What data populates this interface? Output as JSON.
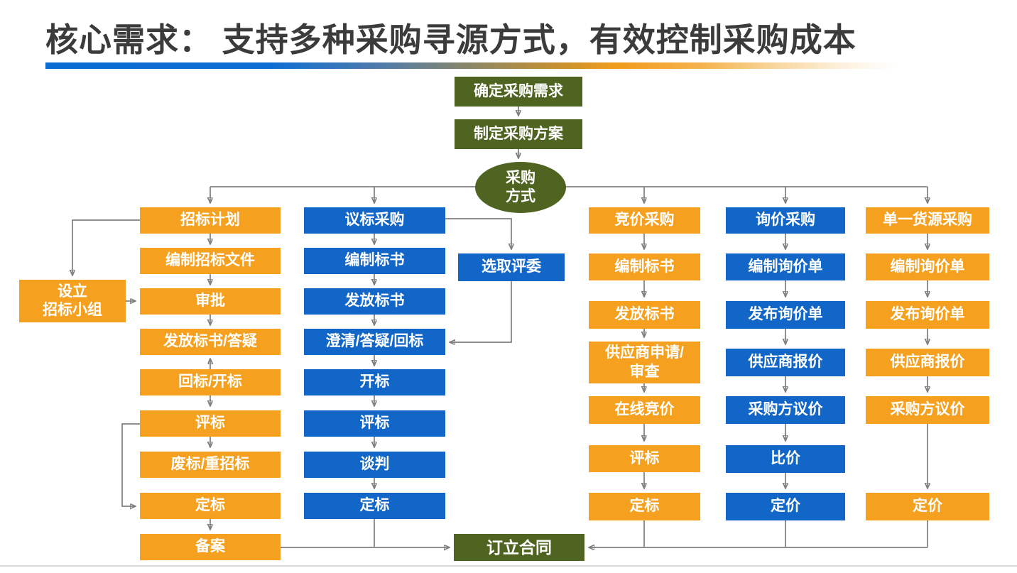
{
  "title": "核心需求： 支持多种采购寻源方式，有效控制采购成本",
  "colors": {
    "orange": "#f5a01e",
    "blue": "#1166c7",
    "green": "#4e6420",
    "connector": "#7f7f7f"
  },
  "flow": {
    "top": {
      "determine_demand": "确定采购需求",
      "make_plan": "制定采购方案",
      "method": "采购\n方式"
    },
    "tender": {
      "header": "招标计划",
      "side": "设立\n招标小组",
      "steps": [
        "编制招标文件",
        "审批",
        "发放标书/答疑",
        "回标/开标",
        "评标",
        "废标/重招标",
        "定标",
        "备案"
      ]
    },
    "negotiated": {
      "header": "议标采购",
      "side": "选取评委",
      "steps": [
        "编制标书",
        "发放标书",
        "澄清/答疑/回标",
        "开标",
        "评标",
        "谈判",
        "定标"
      ]
    },
    "competitive": {
      "header": "竞价采购",
      "steps": [
        "编制标书",
        "发放标书",
        "供应商申请/\n审查",
        "在线竞价",
        "评标",
        "定标"
      ]
    },
    "inquiry": {
      "header": "询价采购",
      "steps": [
        "编制询价单",
        "发布询价单",
        "供应商报价",
        "采购方议价",
        "比价",
        "定价"
      ]
    },
    "single_source": {
      "header": "单一货源采购",
      "steps": [
        "编制询价单",
        "发布询价单",
        "供应商报价",
        "采购方议价",
        "定价"
      ]
    },
    "contract": "订立合同"
  }
}
